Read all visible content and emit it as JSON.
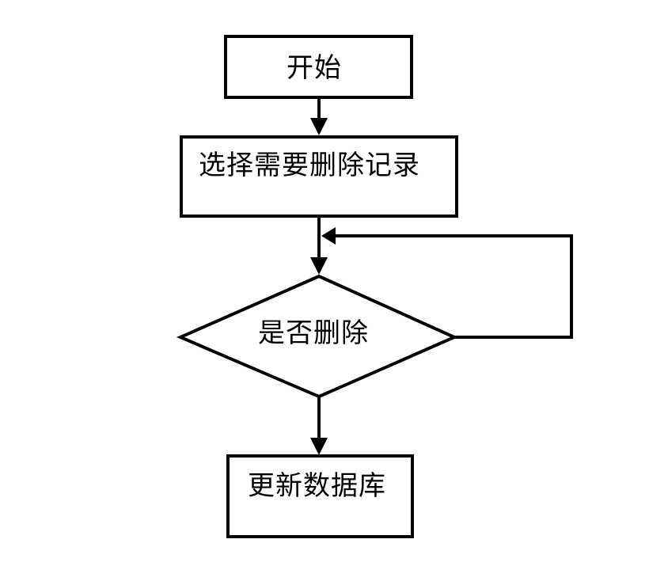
{
  "diagram": {
    "type": "flowchart",
    "background_color": "#ffffff",
    "line_color": "#000000",
    "text_color": "#000000",
    "nodes": {
      "start": {
        "label": "开始",
        "shape": "rectangle"
      },
      "select": {
        "label": "选择需要删除记录",
        "shape": "rectangle"
      },
      "decision": {
        "label": "是否删除",
        "shape": "diamond"
      },
      "update": {
        "label": "更新数据库",
        "shape": "rectangle"
      }
    },
    "edges": [
      {
        "from": "start",
        "to": "select"
      },
      {
        "from": "select",
        "to": "decision"
      },
      {
        "from": "decision",
        "to": "select",
        "kind": "loop-back"
      },
      {
        "from": "decision",
        "to": "update"
      }
    ]
  }
}
